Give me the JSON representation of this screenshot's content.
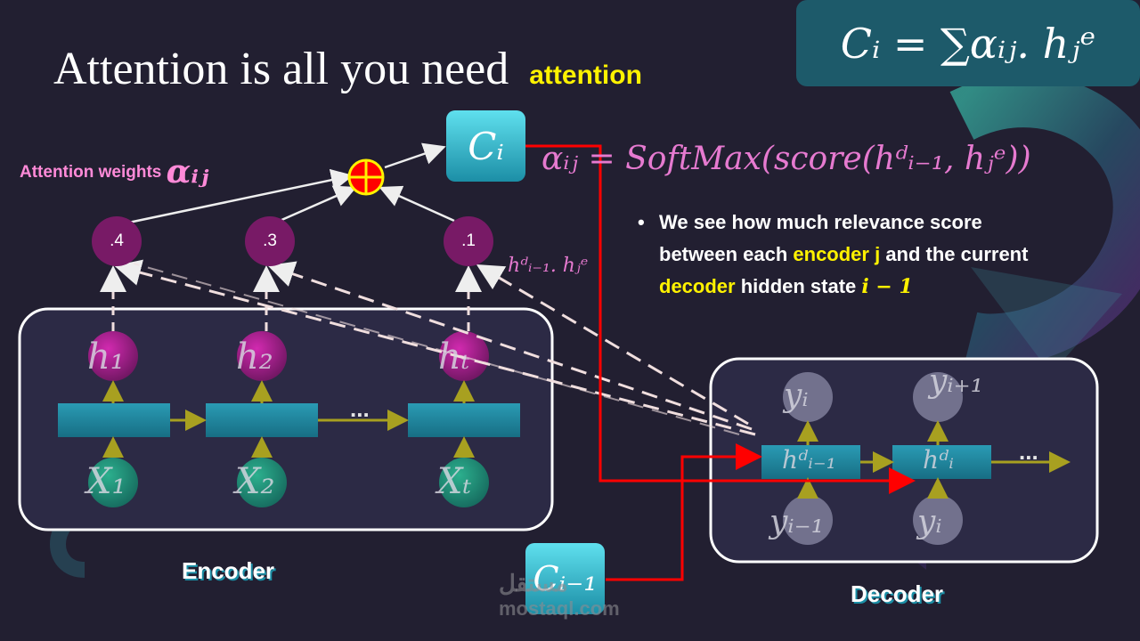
{
  "title": {
    "main": "Attention is all you need",
    "tag": "attention"
  },
  "formulas": {
    "context": "Cᵢ = ∑αᵢⱼ. hⱼᵉ",
    "softmax": "αᵢⱼ = SoftMax(score(hᵈᵢ₋₁, hⱼᵉ))",
    "dot_product": "hᵈᵢ₋₁. hⱼᵉ"
  },
  "attention_label": {
    "text": "Attention weights",
    "symbol": "αᵢⱼ"
  },
  "context_vector": "Cᵢ",
  "prev_context_vector": "Cᵢ₋₁",
  "attention_weights": [
    ".4",
    ".3",
    ".1"
  ],
  "bullet": {
    "p1": "We see how much relevance score between each ",
    "encoder": "encoder j",
    "p2": " and the current ",
    "decoder": "decoder",
    "p3": " hidden state ",
    "state": "i − 1"
  },
  "encoder": {
    "label": "Encoder",
    "hidden": [
      "h₁",
      "h₂",
      "hₜ"
    ],
    "inputs": [
      "X₁",
      "X₂",
      "Xₜ"
    ],
    "ellipsis": "..."
  },
  "decoder": {
    "label": "Decoder",
    "outputs": [
      "yᵢ",
      "yᵢ₊₁"
    ],
    "inputs": [
      "yᵢ₋₁",
      "yᵢ"
    ],
    "states": [
      "hᵈᵢ₋₁",
      "hᵈᵢ"
    ],
    "ellipsis": "..."
  },
  "watermark": {
    "arabic": "مستقل",
    "latin": "mostaql.com"
  },
  "colors": {
    "background": "#221f31",
    "accent_yellow": "#fff200",
    "pink": "#e67ad0",
    "teal": "#1b8fa6",
    "node_purple": "#781a66",
    "red_path": "#ff0000"
  }
}
